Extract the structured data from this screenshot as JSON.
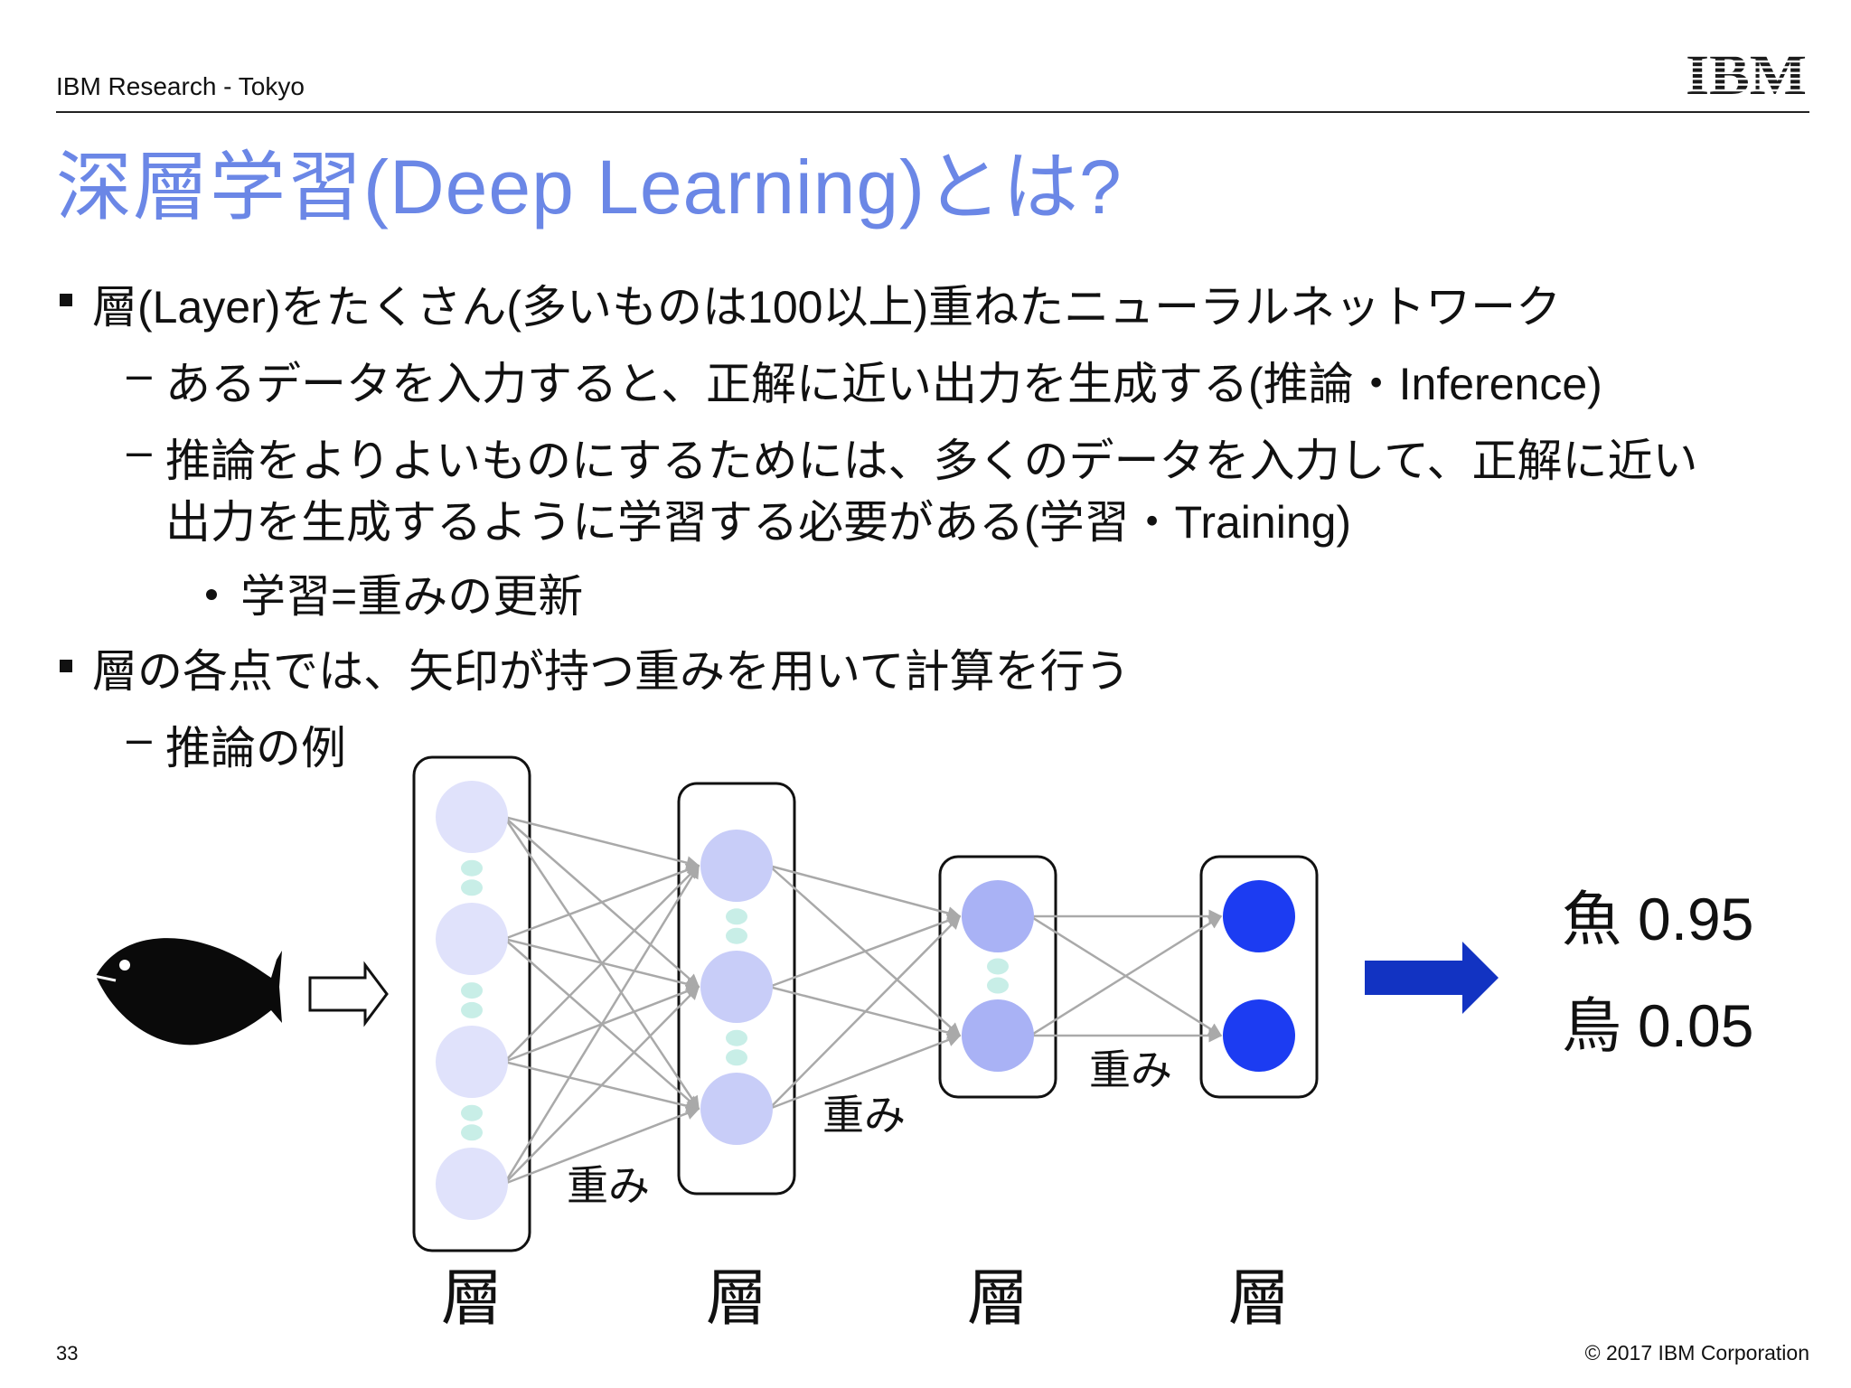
{
  "header": {
    "org": "IBM Research - Tokyo",
    "logo_text": "IBM"
  },
  "title": "深層学習(Deep Learning)とは?",
  "bullets": {
    "b1": "層(Layer)をたくさん(多いものは100以上)重ねたニューラルネットワーク",
    "b1_sub1": "あるデータを入力すると、正解に近い出力を生成する(推論・Inference)",
    "b1_sub2_line1": "推論をよりよいものにするためには、多くのデータを入力して、正解に近い",
    "b1_sub2_line2": "出力を生成するように学習する必要がある(学習・Training)",
    "b1_sub2_point": "学習=重みの更新",
    "b2": "層の各点では、矢印が持つ重みを用いて計算を行う",
    "b2_sub1": "推論の例",
    "dash": "–"
  },
  "diagram": {
    "input_icon": "fish-icon",
    "layer_label": "層",
    "weight_label": "重み",
    "outputs": [
      {
        "label": "魚",
        "value": "0.95"
      },
      {
        "label": "鳥",
        "value": "0.05"
      }
    ],
    "colors": {
      "layer1": "#e0e2fb",
      "layer2": "#c8cdf8",
      "layer3": "#a9b2f5",
      "layer4": "#1c3cf2",
      "connector": "#c8eee7",
      "edge": "#a9a9a9",
      "result_arrow": "#1233c2"
    }
  },
  "footer": {
    "page": "33",
    "copyright": "© 2017 IBM Corporation"
  }
}
